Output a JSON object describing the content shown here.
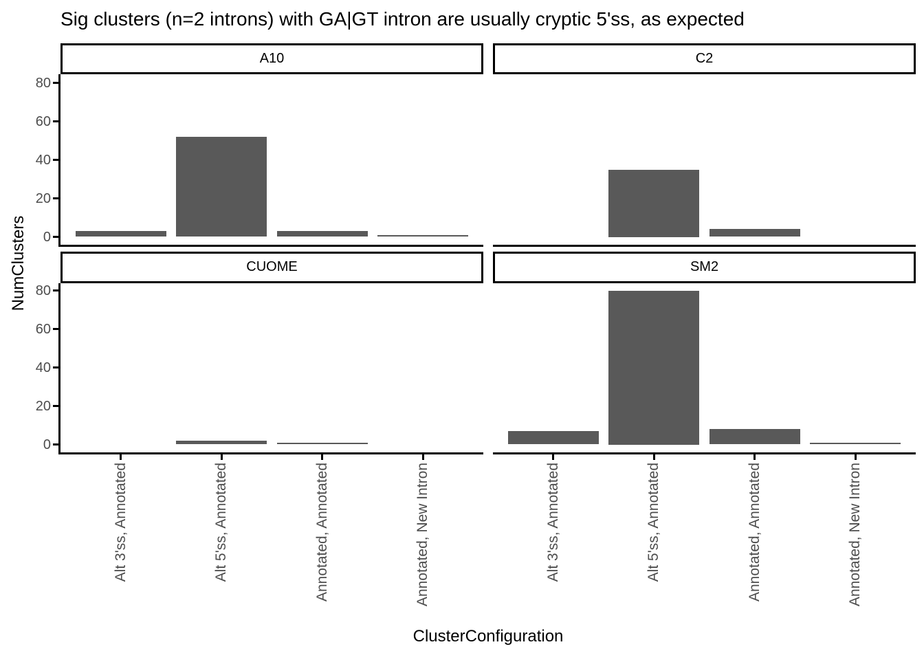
{
  "chart_data": {
    "type": "bar",
    "title": "Sig clusters (n=2 introns) with GA|GT intron are usually cryptic 5'ss, as expected",
    "xlabel": "ClusterConfiguration",
    "ylabel": "NumClusters",
    "categories": [
      "Alt 3'ss, Annotated",
      "Alt 5'ss, Annotated",
      "Annotated, Annotated",
      "Annotated, New Intron"
    ],
    "facets": [
      {
        "name": "A10",
        "values": [
          3,
          52,
          3,
          1
        ]
      },
      {
        "name": "C2",
        "values": [
          0,
          35,
          4,
          0
        ]
      },
      {
        "name": "CUOME",
        "values": [
          0,
          2,
          1,
          0
        ]
      },
      {
        "name": "SM2",
        "values": [
          7,
          80,
          8,
          1
        ]
      }
    ],
    "yticks": [
      0,
      20,
      40,
      60,
      80
    ],
    "ylim": [
      0,
      80
    ],
    "bar_width_fraction": 0.9,
    "bar_color": "#595959",
    "axis_text_color": "#4d4d4d",
    "axis_line_color": "#000000",
    "strip_background": "#ffffff",
    "grid": false,
    "legend": false,
    "facet_layout": [
      "A10",
      "C2",
      "CUOME",
      "SM2"
    ]
  }
}
